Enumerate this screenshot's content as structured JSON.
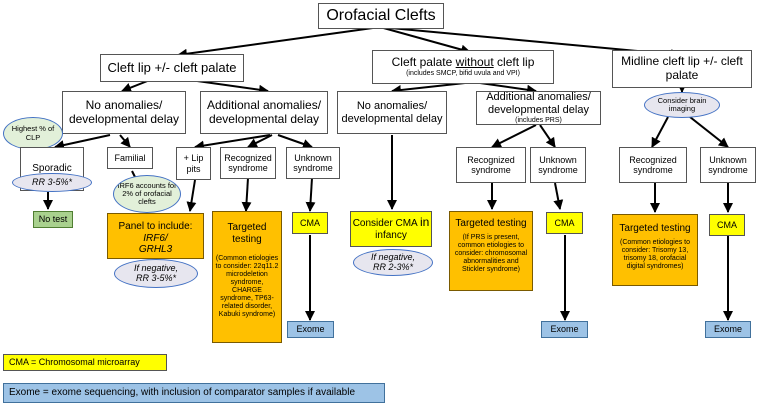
{
  "root": {
    "label": "Orofacial Clefts"
  },
  "branch_clp": {
    "title": "Cleft lip +/- cleft palate",
    "no_anom": "No anomalies/ developmental delay",
    "add_anom": "Additional anomalies/ developmental delay",
    "highest": "Highest % of CLP",
    "sporadic": "Sporadic",
    "sporadic_rr": "RR 3-5%*",
    "no_test": "No test",
    "familial": "Familial",
    "irf6_note": "IRF6 accounts for 2% of orofacial clefts",
    "panel_title": "Panel to include:",
    "panel_genes": "IRF6/ GRHL3",
    "panel_neg_1": "If negative,",
    "panel_neg_2": "RR 3-5%*",
    "lip_pits": "+ Lip pits",
    "recognized": "Recognized syndrome",
    "unknown": "Unknown syndrome",
    "targeted_title": "Targeted testing",
    "targeted_detail": "(Common etiologies to consider: 22q11.2 microdeletion syndrome, CHARGE syndrome, TP63-related disorder, Kabuki syndrome)",
    "cma": "CMA",
    "exome": "Exome"
  },
  "branch_cp": {
    "title_pre": "Cleft palate ",
    "title_u": "without",
    "title_post": " cleft lip",
    "subtitle": "(includes SMCP, bifid uvula and VPI)",
    "no_anom": "No anomalies/ developmental delay",
    "add_anom": "Additional anomalies/ developmental delay",
    "add_anom_sub": "(includes PRS)",
    "consider_cma_1": "Consider CMA",
    "consider_cma_2": "in",
    "consider_cma_3": "infancy",
    "neg_1": "If negative,",
    "neg_2": "RR 2-3%*",
    "recognized": "Recognized syndrome",
    "unknown": "Unknown syndrome",
    "targeted_title": "Targeted testing",
    "targeted_detail": "(If PRS is present, common etiologies to consider: chromosomal abnormalities and Stickler syndrome)",
    "cma": "CMA",
    "exome": "Exome"
  },
  "branch_mid": {
    "title": "Midline cleft lip +/- cleft palate",
    "brain": "Consider brain imaging",
    "recognized": "Recognized syndrome",
    "unknown": "Unknown syndrome",
    "targeted_title": "Targeted testing",
    "targeted_detail": "(Common etiologies to consider: Trisomy 13, trisomy 18, orofacial digital syndromes)",
    "cma": "CMA",
    "exome": "Exome"
  },
  "legend": {
    "cma": "CMA = Chromosomal microarray",
    "exome": "Exome = exome sequencing, with inclusion of comparator samples if available"
  },
  "colors": {
    "yellow": "#ffff00",
    "orange": "#ffc000",
    "green": "#a9d18e",
    "blue": "#9dc3e6",
    "oval_border": "#4472c4"
  }
}
